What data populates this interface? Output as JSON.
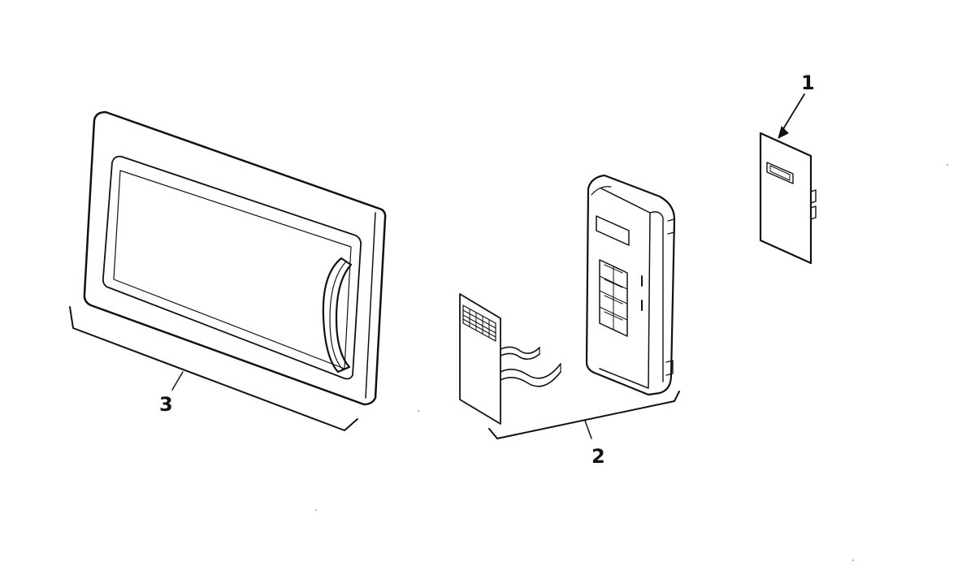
{
  "callouts": {
    "part1": "1",
    "part2": "2",
    "part3": "3"
  },
  "colors": {
    "ink": "#111111",
    "paper": "#ffffff"
  }
}
